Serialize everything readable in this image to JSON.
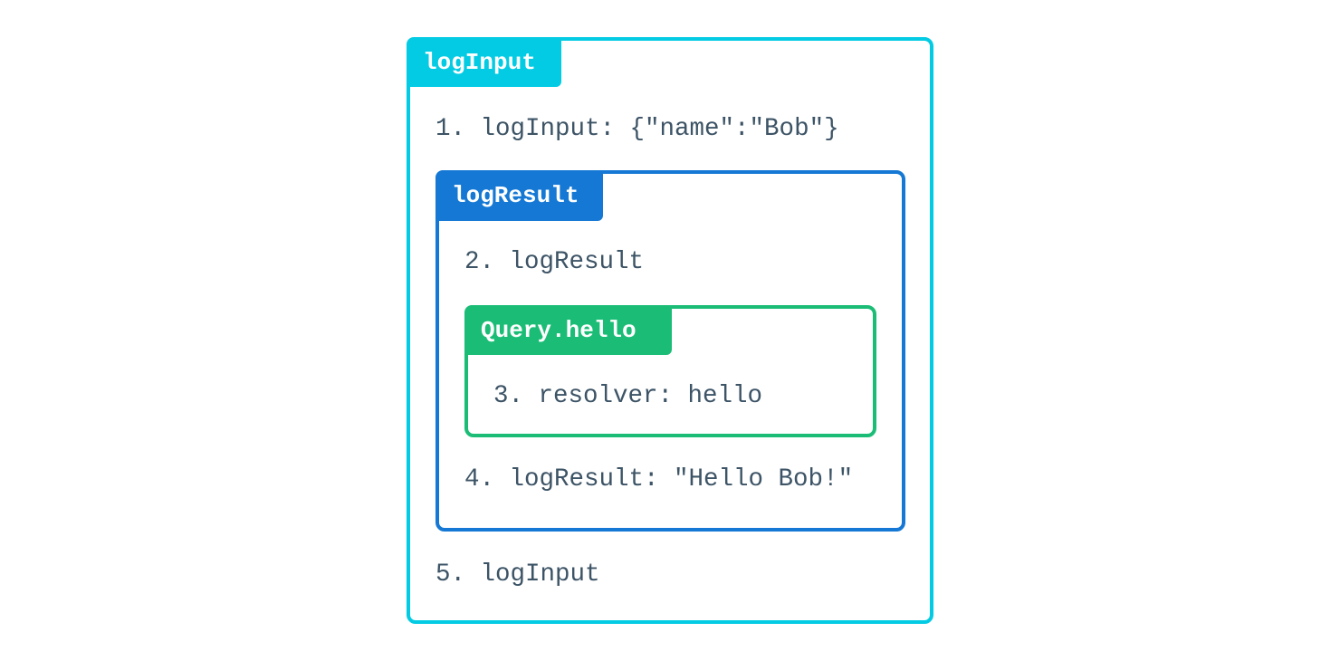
{
  "colors": {
    "logInput": "#02cbe3",
    "logResult": "#1478d4",
    "queryHello": "#1bbd76",
    "text": "#3d5466"
  },
  "outer": {
    "label": "logInput",
    "line1": "1. logInput: {\"name\":\"Bob\"}",
    "line5": "5. logInput"
  },
  "middle": {
    "label": "logResult",
    "line2": "2. logResult",
    "line4": "4. logResult: \"Hello Bob!\""
  },
  "inner": {
    "label": "Query.hello",
    "line3": "3. resolver: hello"
  }
}
